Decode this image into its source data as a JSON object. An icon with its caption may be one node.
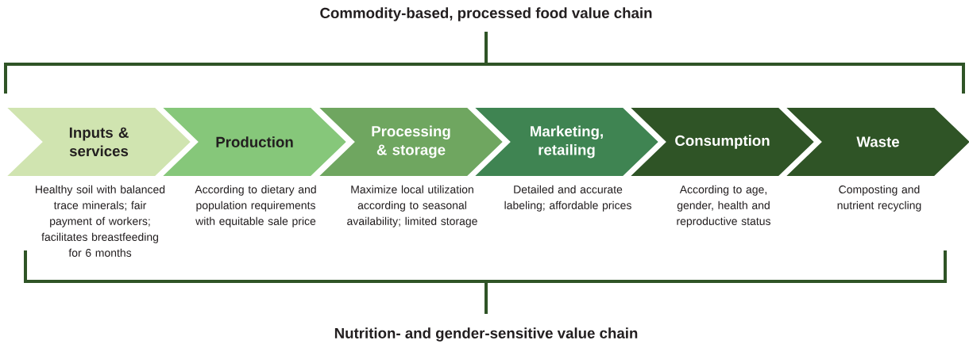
{
  "diagram": {
    "title": "Commodity-based, processed food value chain",
    "caption": "Nutrition- and gender-sensitive value chain",
    "nodes": [
      {
        "text": [
          "Inputs & services"
        ],
        "beside": [
          "Healthy soil with balanced trace minerals; fair payment of workers; facilitates breastfeeding for 6 months"
        ]
      },
      {
        "text": [
          "Production"
        ],
        "beside": [
          "According to dietary and population requirements with equitable sale price"
        ]
      },
      {
        "text": [
          "Processing & storage"
        ],
        "beside": [
          "Maximize local utilization according to seasonal availability; limited storage"
        ]
      },
      {
        "text": [
          "Marketing, retailing"
        ],
        "beside": [
          "Detailed and accurate labeling; affordable prices"
        ]
      },
      {
        "text": [
          "Consumption"
        ],
        "beside": [
          "According to age, gender, health and reproductive status"
        ]
      },
      {
        "text": [
          "Waste"
        ],
        "beside": [
          "Composting and nutrient recycling"
        ]
      }
    ]
  }
}
